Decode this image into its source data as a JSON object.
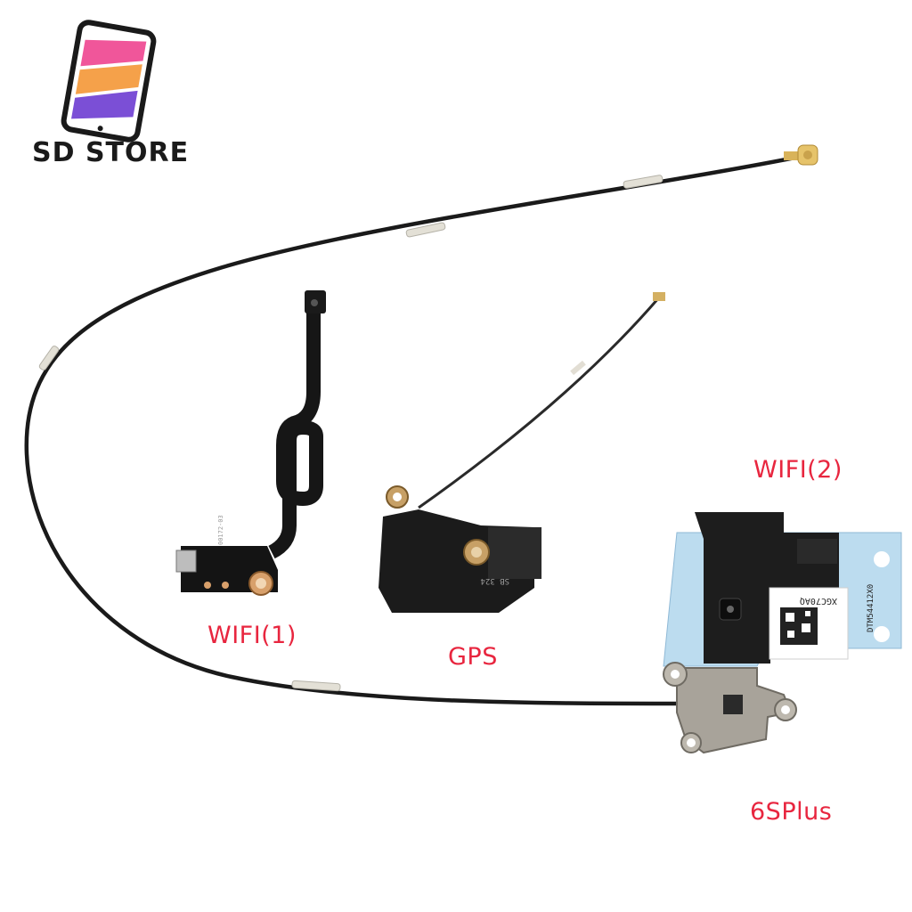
{
  "brand": {
    "name": "SD STORE",
    "colors": {
      "pink": "#f0569a",
      "orange": "#f5a14a",
      "purple": "#7b4fd6",
      "frame": "#1a1a1a"
    }
  },
  "labels": {
    "wifi1": "WIFI(1)",
    "gps": "GPS",
    "wifi2": "WIFI(2)",
    "model": "6SPlus"
  },
  "part_markings": {
    "wifi1_flex": "00172-03",
    "gps_bracket": "SB 324",
    "wifi2_sticker_top": "XGC70AQ",
    "wifi2_sticker_bottom": "DTM54412X0"
  },
  "accent_color": "#e8263f"
}
